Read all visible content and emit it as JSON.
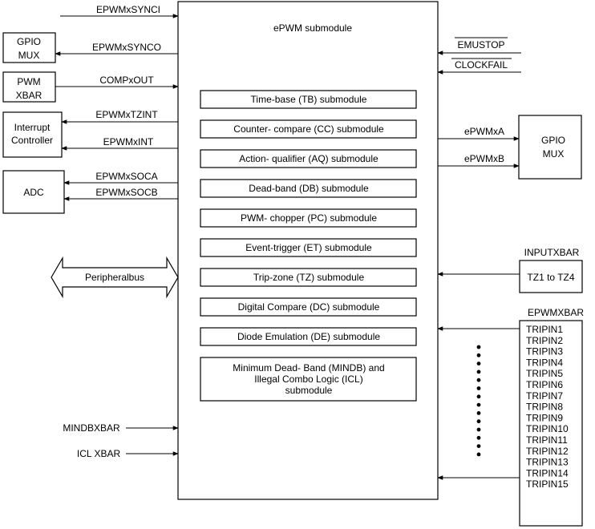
{
  "main_block": {
    "title": "ePWM submodule",
    "submodules": [
      [
        "Time-base (TB) submodule"
      ],
      [
        "Counter- compare  (CC) submodule"
      ],
      [
        "Action- qualifier (AQ)  submodule"
      ],
      [
        "Dead-band  (DB) submodule"
      ],
      [
        "PWM- chopper (PC)  submodule"
      ],
      [
        "Event-trigger (ET)  submodule"
      ],
      [
        "Trip-zone  (TZ)  submodule"
      ],
      [
        "Digital Compare (DC)  submodule"
      ],
      [
        "Diode Emulation (DE)  submodule"
      ],
      [
        "Minimum Dead- Band  (MINDB) and",
        "Illegal Combo Logic  (ICL)",
        "submodule"
      ]
    ]
  },
  "left_blocks": {
    "gpio_mux": [
      "GPIO",
      "MUX"
    ],
    "pwm_xbar": [
      "PWM",
      "XBAR"
    ],
    "interrupt_controller": [
      "Interrupt",
      "Controller"
    ],
    "adc": [
      "ADC"
    ]
  },
  "left_signals": {
    "epwmxsynci": "EPWMxSYNCI",
    "epwmxsynco": "EPWMxSYNCO",
    "compxout": "COMPxOUT",
    "epwmxtzint": "EPWMxTZINT",
    "epwmxint": "EPWMxINT",
    "epwmxsoca": "EPWMxSOCA",
    "epwmxsocb": "EPWMxSOCB",
    "peripheral_bus": "Peripheralbus",
    "mindbxbar": "MINDBXBAR",
    "icl_xbar": "ICL XBAR"
  },
  "right_signals": {
    "emustop": "EMUSTOP",
    "clockfail": "CLOCKFAIL",
    "epwmxa": "ePWMxA",
    "epwmxb": "ePWMxB"
  },
  "right_blocks": {
    "gpio_mux": [
      "GPIO",
      "MUX"
    ],
    "inputxbar_title": "INPUTXBAR",
    "tz_range": "TZ1 to TZ4",
    "epwmxbar_title": "EPWMXBAR",
    "tripins": [
      "TRIPIN1",
      "TRIPIN2",
      "TRIPIN3",
      "TRIPIN4",
      "TRIPIN5",
      "TRIPIN6",
      "TRIPIN7",
      "TRIPIN8",
      "TRIPIN9",
      "TRIPIN10",
      "TRIPIN11",
      "TRIPIN12",
      "TRIPIN13",
      "TRIPIN14",
      "TRIPIN15"
    ]
  }
}
